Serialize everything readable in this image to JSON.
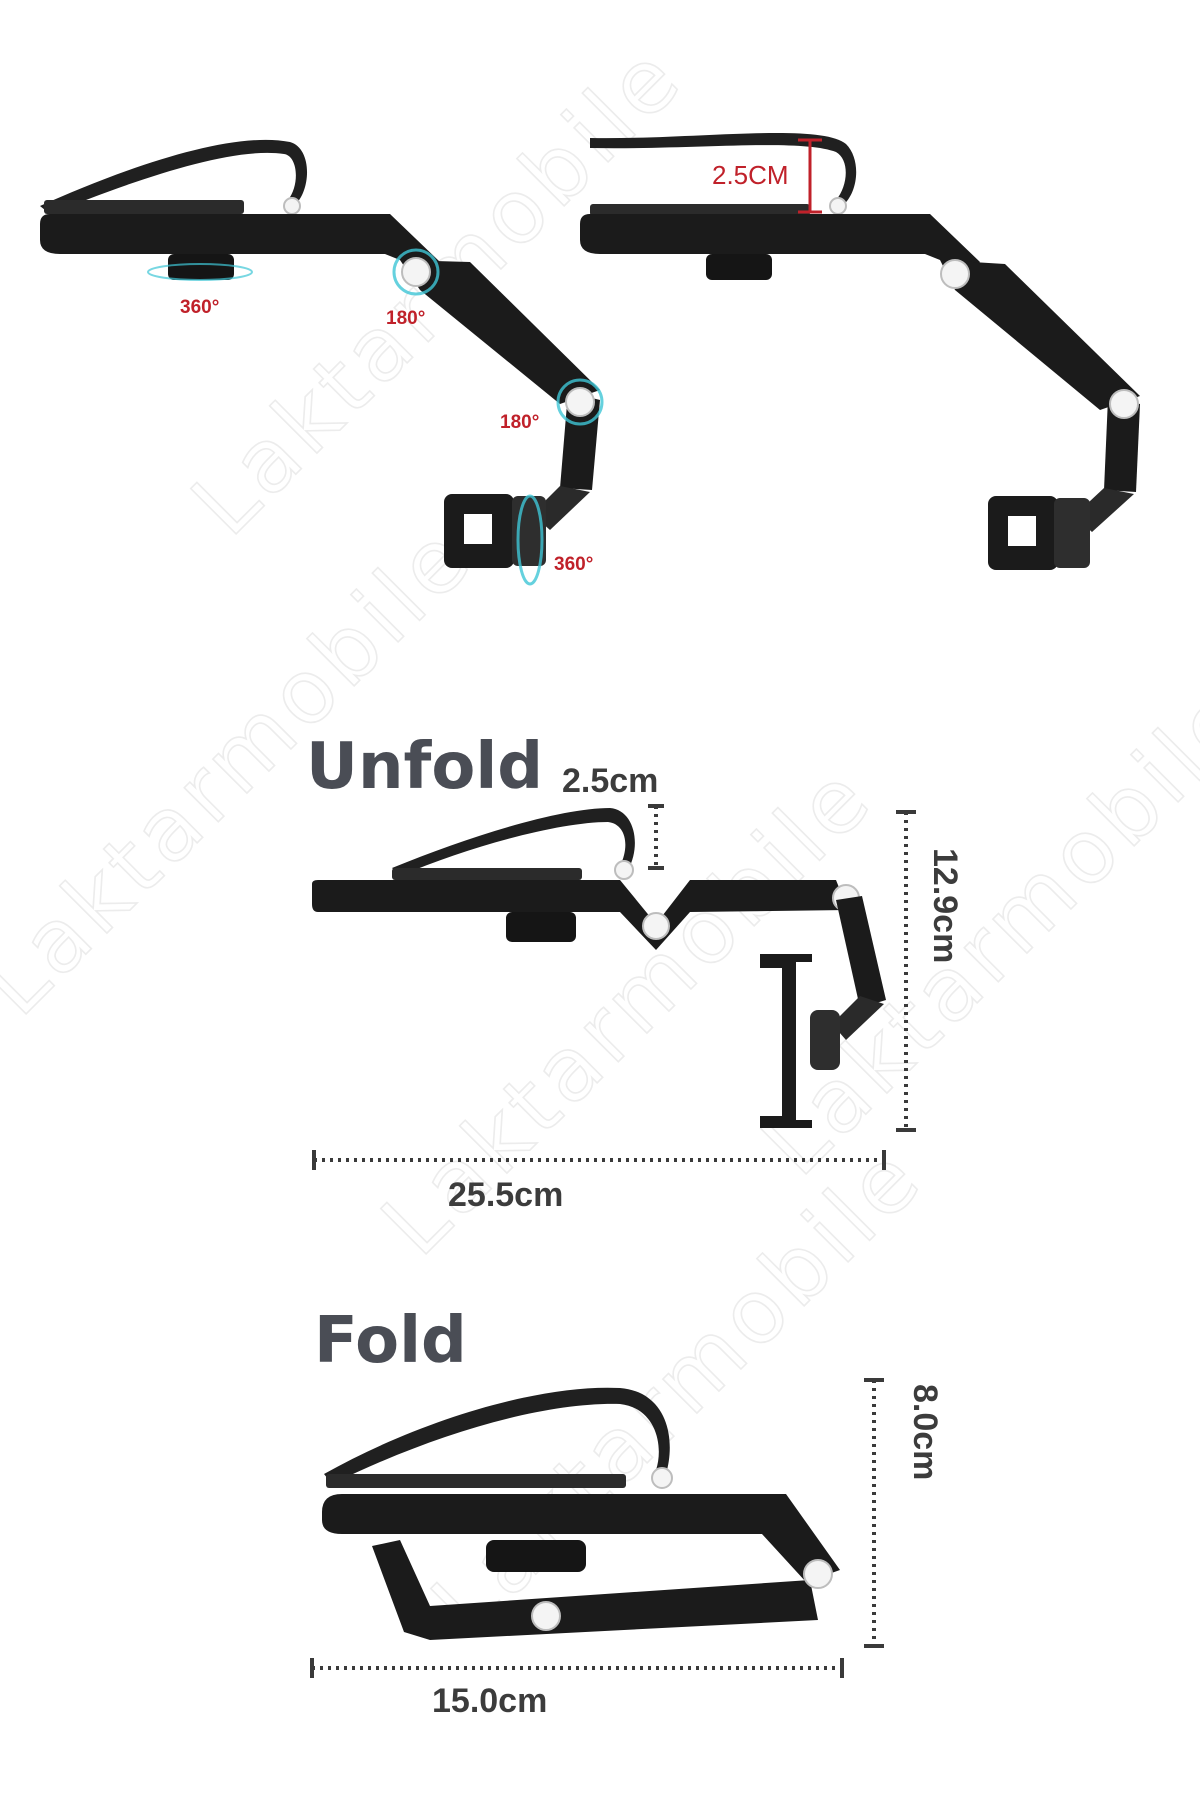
{
  "watermark": "Laktarmobile",
  "top_left": {
    "rotation_base": "360°",
    "rotation_joint_upper": "180°",
    "rotation_joint_lower": "180°",
    "rotation_head": "360°"
  },
  "top_right": {
    "clip_gap": "2.5CM"
  },
  "unfold": {
    "heading": "Unfold",
    "clip_gap": "2.5cm",
    "height": "12.9cm",
    "width": "25.5cm"
  },
  "fold": {
    "heading": "Fold",
    "height": "8.0cm",
    "width": "15.0cm"
  },
  "colors": {
    "body": "#1b1b1b",
    "heading": "#4a4d55",
    "rotation_label": "#c0212a",
    "rotation_ring": "#3fc6d6",
    "dimension": "#3a3a3a"
  }
}
